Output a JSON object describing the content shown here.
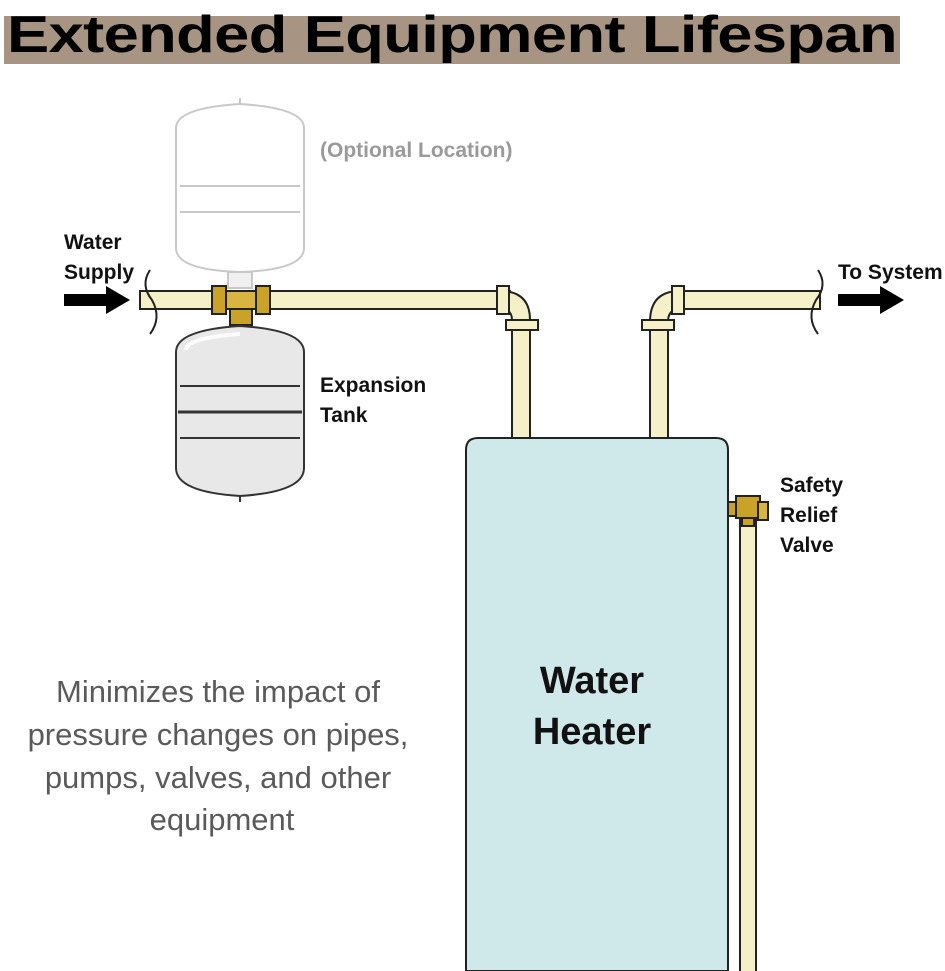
{
  "title": "Extended Equipment Lifespan",
  "labels": {
    "optional_location": "(Optional Location)",
    "water_supply_line1": "Water",
    "water_supply_line2": "Supply",
    "to_system": "To System",
    "expansion_tank_line1": "Expansion",
    "expansion_tank_line2": "Tank",
    "safety_relief_line1": "Safety",
    "safety_relief_line2": "Relief",
    "safety_relief_line3": "Valve",
    "water_heater_line1": "Water",
    "water_heater_line2": "Heater"
  },
  "description": {
    "line1": "Minimizes the impact of",
    "line2": "pressure changes on pipes,",
    "line3": "pumps, valves, and other",
    "line4": "equipment"
  },
  "colors": {
    "title_bar": "#a89482",
    "pipe_fill": "#f5f0c8",
    "heater_fill": "#cfe8e9",
    "tank_fill": "#e8e8e8",
    "brass": "#c9a227",
    "optional_grey": "#9a9a9a",
    "description_grey": "#5a5a5a"
  }
}
